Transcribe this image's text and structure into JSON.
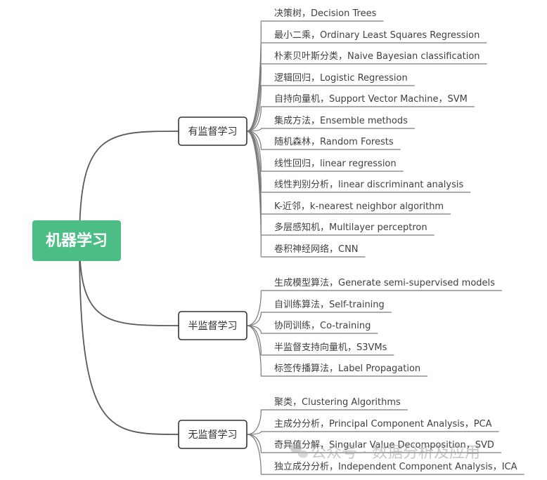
{
  "root": {
    "label": "机器学习",
    "color": "#4cbe85"
  },
  "branches": [
    {
      "label": "有监督学习",
      "leaves": [
        "决策树，Decision Trees",
        "最小二乘，Ordinary Least Squares Regression",
        "朴素贝叶斯分类，Naive Bayesian classification",
        "逻辑回归，Logistic Regression",
        "自持向量机，Support Vector Machine，SVM",
        "集成方法，Ensemble methods",
        "随机森林，Random Forests",
        "线性回归，linear regression",
        "线性判别分析，linear discriminant analysis",
        "K-近邻，k-nearest neighbor algorithm",
        "多层感知机，Multilayer perceptron",
        "卷积神经网络，CNN"
      ]
    },
    {
      "label": "半监督学习",
      "leaves": [
        "生成模型算法，Generate semi-supervised models",
        "自训练算法，Self-training",
        "协同训练，Co-training",
        "半监督支持向量机，S3VMs",
        "标签传播算法，Label Propagation"
      ]
    },
    {
      "label": "无监督学习",
      "leaves": [
        "聚类，Clustering Algorithms",
        "主成分分析，Principal Component Analysis，PCA",
        "奇异值分解，Singular Value Decomposition，SVD",
        "独立成分分析，Independent Component Analysis，ICA"
      ]
    }
  ],
  "watermark": {
    "text": "公众号 · 数据分析及应用",
    "icon": "wechat-icon"
  }
}
